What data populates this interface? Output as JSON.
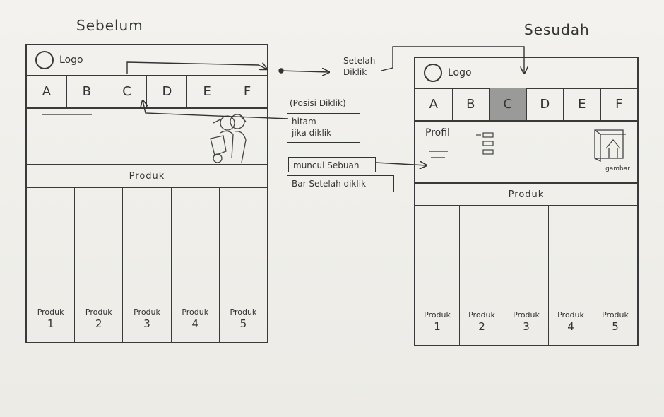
{
  "before": {
    "heading": "Sebelum",
    "logo_text": "Logo",
    "tabs": [
      "A",
      "B",
      "C",
      "D",
      "E",
      "F"
    ],
    "products_label": "Produk",
    "products": [
      {
        "label": "Produk",
        "num": "1"
      },
      {
        "label": "Produk",
        "num": "2"
      },
      {
        "label": "Produk",
        "num": "3"
      },
      {
        "label": "Produk",
        "num": "4"
      },
      {
        "label": "Produk",
        "num": "5"
      }
    ]
  },
  "after": {
    "heading": "Sesudah",
    "logo_text": "Logo",
    "tabs": [
      "A",
      "B",
      "C",
      "D",
      "E",
      "F"
    ],
    "active_tab_index": 2,
    "profile_label": "Profil",
    "image_caption": "gambar",
    "products_label": "Produk",
    "products": [
      {
        "label": "Produk",
        "num": "1"
      },
      {
        "label": "Produk",
        "num": "2"
      },
      {
        "label": "Produk",
        "num": "3"
      },
      {
        "label": "Produk",
        "num": "4"
      },
      {
        "label": "Produk",
        "num": "5"
      }
    ]
  },
  "notes": {
    "after_click": "Setelah Diklik",
    "position_clicked": "(Posisi Diklik)",
    "black_line1": "hitam",
    "black_line2": "jika diklik",
    "appear_line1": "muncul Sebuah",
    "appear_line2": "Bar Setelah diklik"
  },
  "colors": {
    "ink": "#3a3a3a",
    "active_tab": "#9a9a98",
    "paper": "#efeeea"
  }
}
